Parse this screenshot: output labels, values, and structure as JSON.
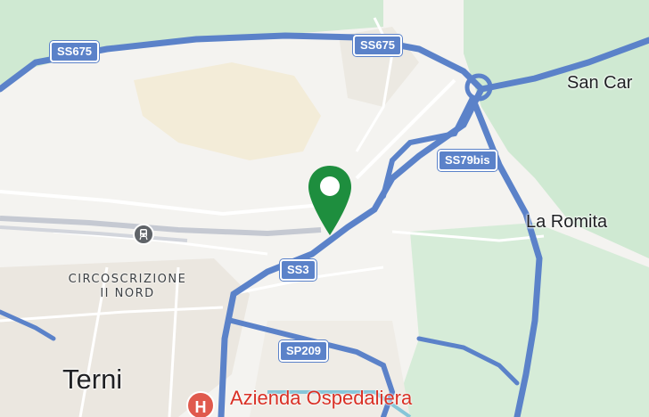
{
  "map": {
    "colors": {
      "background": "#f4f3f0",
      "park": "#cfe9d2",
      "urban": "#f6ecd9",
      "road_major": "#5b82c9",
      "road_minor": "#ffffff",
      "rail": "#c5c9d2",
      "pin": "#1e8e3e",
      "hospital": "#d93025"
    },
    "road_shields": [
      {
        "label": "SS675",
        "name": "shield-ss675-west"
      },
      {
        "label": "SS675",
        "name": "shield-ss675-north"
      },
      {
        "label": "SS79bis",
        "name": "shield-ss79bis"
      },
      {
        "label": "SS3",
        "name": "shield-ss3"
      },
      {
        "label": "SP209",
        "name": "shield-sp209"
      }
    ],
    "places": {
      "san_carlo": "San Car",
      "la_romita": "La Romita",
      "terni": "Terni",
      "circoscrizione_line1": "CIRCOSCRIZIONE",
      "circoscrizione_line2": "II NORD"
    },
    "hospital": {
      "icon": "hospital-icon",
      "icon_glyph": "H",
      "name": "Azienda Ospedaliera"
    },
    "pin": {
      "icon": "location-pin-icon"
    },
    "station": {
      "icon": "train-station-icon"
    }
  }
}
